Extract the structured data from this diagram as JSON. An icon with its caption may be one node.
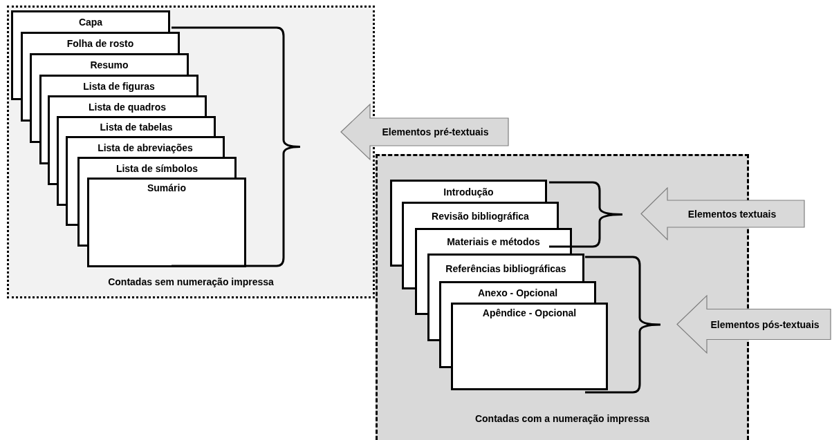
{
  "diagram": {
    "nodes": [
      {
        "text": [
          "Contadas sem numeração impressa"
        ]
      },
      {
        "text": [
          "Capa"
        ],
        "in": 0
      },
      {
        "text": [
          "Folha de rosto"
        ],
        "in": 0
      },
      {
        "text": [
          "Resumo"
        ],
        "in": 0
      },
      {
        "text": [
          "Lista de figuras"
        ],
        "in": 0
      },
      {
        "text": [
          "Lista de quadros"
        ],
        "in": 0
      },
      {
        "text": [
          "Lista de tabelas"
        ],
        "in": 0
      },
      {
        "text": [
          "Lista de abreviações"
        ],
        "in": 0
      },
      {
        "text": [
          "Lista de símbolos"
        ],
        "in": 0
      },
      {
        "text": [
          "Sumário"
        ],
        "in": 0
      },
      {
        "text": [
          "Contadas com a numeração impressa"
        ]
      },
      {
        "text": [
          "Introdução"
        ],
        "in": 10
      },
      {
        "text": [
          "Revisão bibliográfica"
        ],
        "in": 10
      },
      {
        "text": [
          "Materiais e métodos"
        ],
        "in": 10
      },
      {
        "text": [
          "Referências bibliográficas"
        ],
        "in": 10
      },
      {
        "text": [
          "Anexo - Opcional"
        ],
        "in": 10
      },
      {
        "text": [
          "Apêndice - Opcional"
        ],
        "in": 10
      },
      {
        "text": [
          "Elementos pré-textuais"
        ]
      },
      {
        "text": [
          "Elementos textuais"
        ]
      },
      {
        "text": [
          "Elementos pós-textuais"
        ]
      }
    ]
  }
}
